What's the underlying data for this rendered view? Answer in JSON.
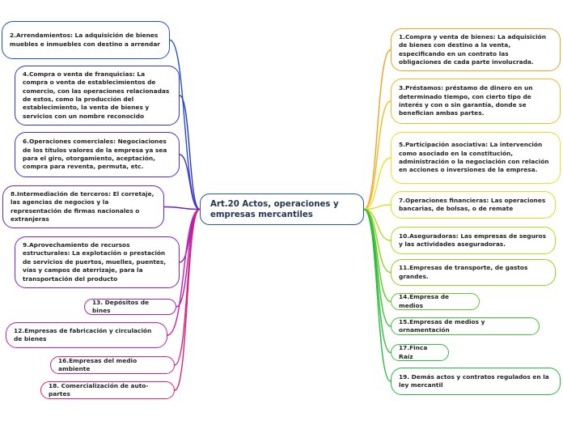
{
  "central_topic": "Art.20 Actos, operaciones y empresas mercantiles",
  "left_branches": [
    {
      "text": "2.Arrendamientos: La adquisición de bienes muebles e inmuebles con destino a arrendar",
      "color": "#1e4fd8"
    },
    {
      "text": "4.Compra o venta de franquicias: La compra o venta de establecimientos de comercio, con las operaciones relacionadas de estos, como la producción del establecimiento, la venta de bienes y servicios con un nombre reconocido",
      "color": "#2e35c9"
    },
    {
      "text": "6.Operaciones comerciales: Negociaciones de los títulos valores de la empresa ya sea para el giro, otorgamiento, aceptación, compra para reventa, permuta, etc.",
      "color": "#4a2bd0"
    },
    {
      "text": "8.Intermediación de terceros: El corretaje, las agencias de negocios y la representación de firmas nacionales o extranjeras",
      "color": "#6a22c9"
    },
    {
      "text": "9.Aprovechamiento de recursos estructurales: La explotación o prestación de servicios de puertos, muelles, puentes, vías y campos de aterrizaje, para la transportación del producto",
      "color": "#8a1fc7"
    },
    {
      "text": "13. Depósitos de bines",
      "color": "#b01fc0"
    },
    {
      "text": "12.Empresas de fabricación y circulación de bienes",
      "color": "#c81fa8"
    },
    {
      "text": "16.Empresas del medio ambiente",
      "color": "#d81f86"
    },
    {
      "text": "18. Comercialización de auto-partes",
      "color": "#e0206a"
    }
  ],
  "right_branches": [
    {
      "text": "1.Compra y venta de bienes: La adquisición de bienes con destino a la venta, especificando en un contrato las obligaciones de cada parte involucrada.",
      "color": "#f0a020"
    },
    {
      "text": "3.Préstamos: préstamo de dinero en un determinado tiempo, con cierto tipo de interés y con o sin garantía, donde se benefician ambas partes.",
      "color": "#f5b820"
    },
    {
      "text": "5.Participación asociativa: La intervención como asociado en la constitución, administración o la negociación con relación en acciones o inversiones de la empresa.",
      "color": "#f5dc20"
    },
    {
      "text": "7.Operaciones financieras: Las operaciones bancarias, de bolsas, o de remate",
      "color": "#d8e020"
    },
    {
      "text": "10.Aseguradoras: Las empresas de seguros y las actividades aseguradoras.",
      "color": "#b6d820"
    },
    {
      "text": "11.Empresas de transporte, de gastos grandes.",
      "color": "#8fd020"
    },
    {
      "text": "14.Empresa de medios",
      "color": "#5fc828"
    },
    {
      "text": "15.Empresas de medios y ornamentación",
      "color": "#3fc030"
    },
    {
      "text": "17.Finca Raíz",
      "color": "#2fbf38"
    },
    {
      "text": "19. Demás actos y contratos regulados en la ley mercantil",
      "color": "#22bb3e"
    }
  ]
}
